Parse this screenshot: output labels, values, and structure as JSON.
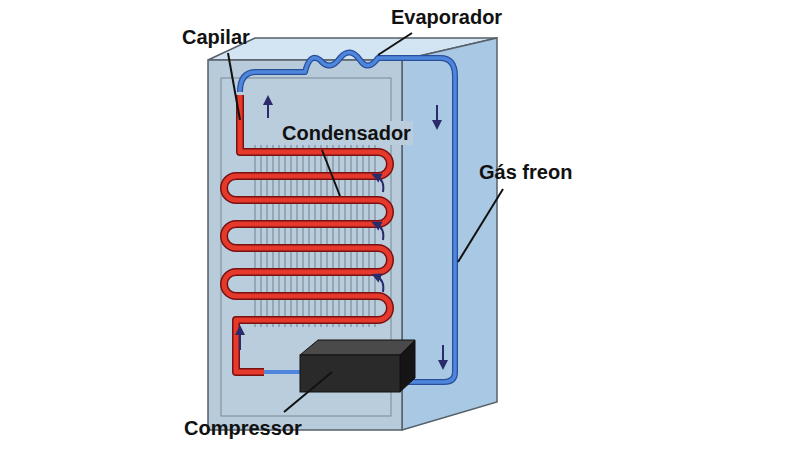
{
  "diagram": {
    "labels": [
      "Evaporador",
      "Capilar",
      "Condensador",
      "Gás freon",
      "Compressor"
    ]
  }
}
